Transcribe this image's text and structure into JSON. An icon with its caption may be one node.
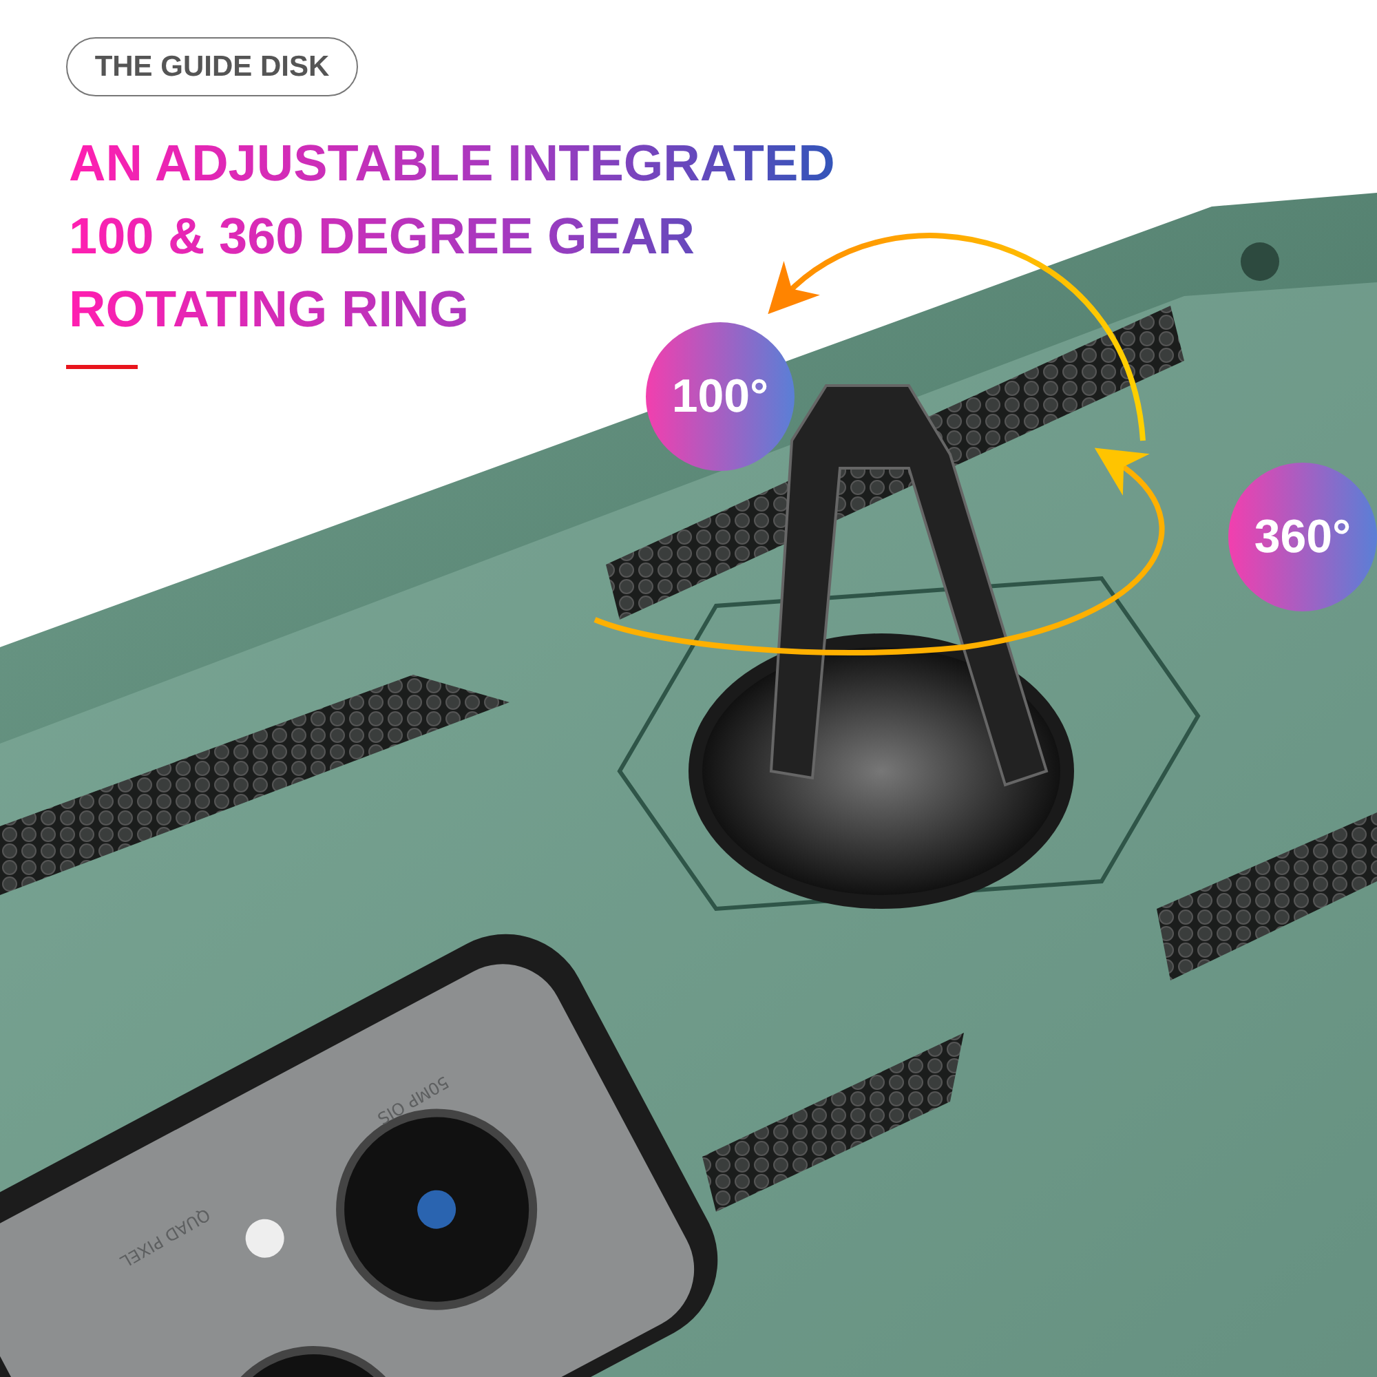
{
  "diagram": {
    "title": "AN ADJUSTABLE INTEGRATED 100 & 360 DEGREE GEAR ROTATING RING",
    "labels": [
      "THE GUIDE DISK",
      "100°",
      "360°",
      "50MP OIS",
      "QUAD PIXEL"
    ]
  }
}
